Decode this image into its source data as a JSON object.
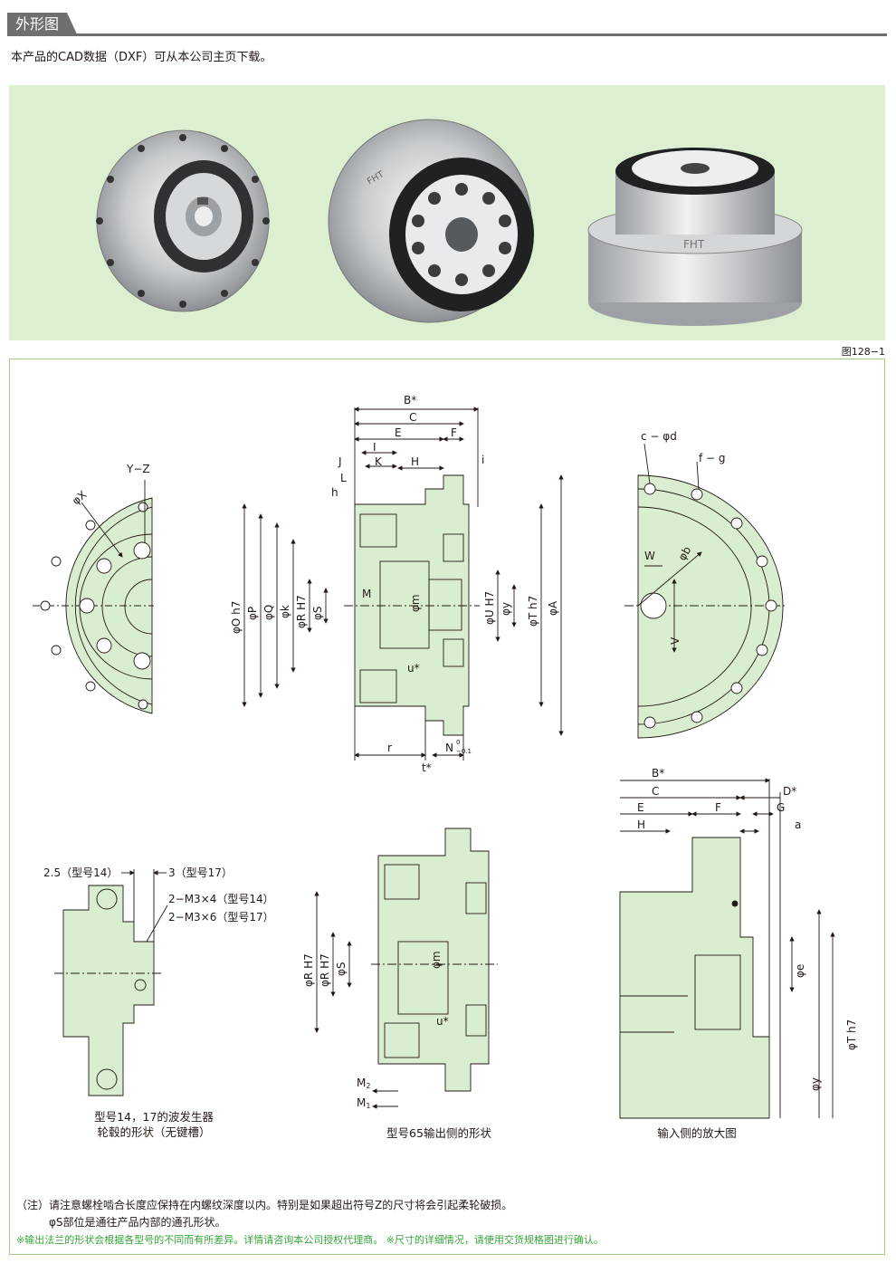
{
  "header": {
    "tab_label": "外形图",
    "intro": "本产品的CAD数据（DXF）可从本公司主页下载。"
  },
  "figure_number": "图128−1",
  "logo_text": "FHT",
  "colors": {
    "part_fill": "#d9eed0",
    "band": "#dcefd1",
    "frame": "#9dcf88",
    "note_green": "#35a53a"
  },
  "left_view": {
    "labels": {
      "yz": "Y−Z",
      "phix": "φX"
    }
  },
  "section_view": {
    "labels": {
      "b_star": "B*",
      "c": "C",
      "e": "E",
      "f": "F",
      "i": "I",
      "j": "J",
      "k": "K",
      "h_upper": "H",
      "l": "L",
      "h_lower": "h",
      "i_lower": "i",
      "phio": "φO h7",
      "phip": "φP",
      "phiq": "φQ",
      "phik": "φk",
      "phir": "φR H7",
      "phis": "φS",
      "m": "M",
      "phim": "φm",
      "u_star": "u*",
      "phiu": "φU H7",
      "phiy": "φy",
      "phit": "φT h7",
      "phia": "φA",
      "r": "r",
      "t_star": "t*",
      "n": "N",
      "n_tol_top": "0",
      "n_tol_bottom": "−0.1"
    }
  },
  "right_view": {
    "labels": {
      "cd": "c − φd",
      "fg": "f − g",
      "w": "W",
      "phib": "φb",
      "v": "V"
    }
  },
  "hub_view": {
    "labels": {
      "a": "2.5（型号14）",
      "b": "3（型号17）",
      "c": "2−M3×4（型号14）",
      "d": "2−M3×6（型号17）"
    },
    "caption_line1": "型号14，17的波发生器",
    "caption_line2": "轮毂的形状（无键槽）"
  },
  "model65_view": {
    "labels": {
      "phir1": "φR H7",
      "phir2": "φR H7",
      "phis": "φS",
      "phim": "φm",
      "u_star": "u*",
      "m2": "M",
      "m2_sub": "2",
      "m1": "M",
      "m1_sub": "1"
    },
    "caption": "型号65输出侧的形状"
  },
  "input_view": {
    "labels": {
      "b_star": "B*",
      "c": "C",
      "d_star": "D*",
      "e": "E",
      "f": "F",
      "g": "G",
      "h": "H",
      "a": "a",
      "phie": "φe",
      "phit": "φT h7",
      "phiy": "φy"
    },
    "caption": "输入侧的放大图"
  },
  "notes": {
    "line1": "（注）请注意螺栓啮合长度应保持在内螺纹深度以内。特别是如果超出符号Z的尺寸将会引起柔轮破损。",
    "line2": "φS部位是通往产品内部的通孔形状。",
    "line3": "※输出法兰的形状会根据各型号的不同而有所差异。详情请咨询本公司授权代理商。 ※尺寸的详细情况，请使用交货规格图进行确认。"
  }
}
